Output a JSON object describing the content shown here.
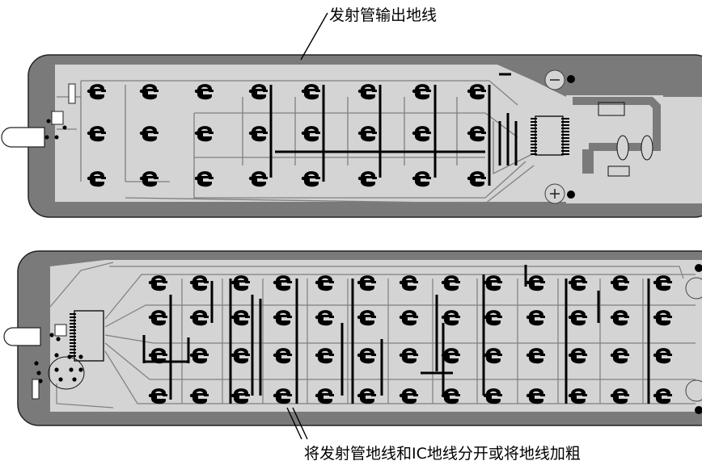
{
  "labels": {
    "top": "发射管输出地线",
    "bottom": "将发射管地线和IC地线分开或将地线加粗"
  },
  "colors": {
    "board": "#7a7a7a",
    "copper": "#d4d4d4",
    "trace": "#7f7f7f",
    "jumper": "#000000"
  },
  "boards": [
    {
      "id": "top-board",
      "key_grid": {
        "rows": 3,
        "cols": 8
      }
    },
    {
      "id": "bottom-board",
      "key_grid": {
        "rows": 4,
        "cols": 13
      }
    }
  ]
}
